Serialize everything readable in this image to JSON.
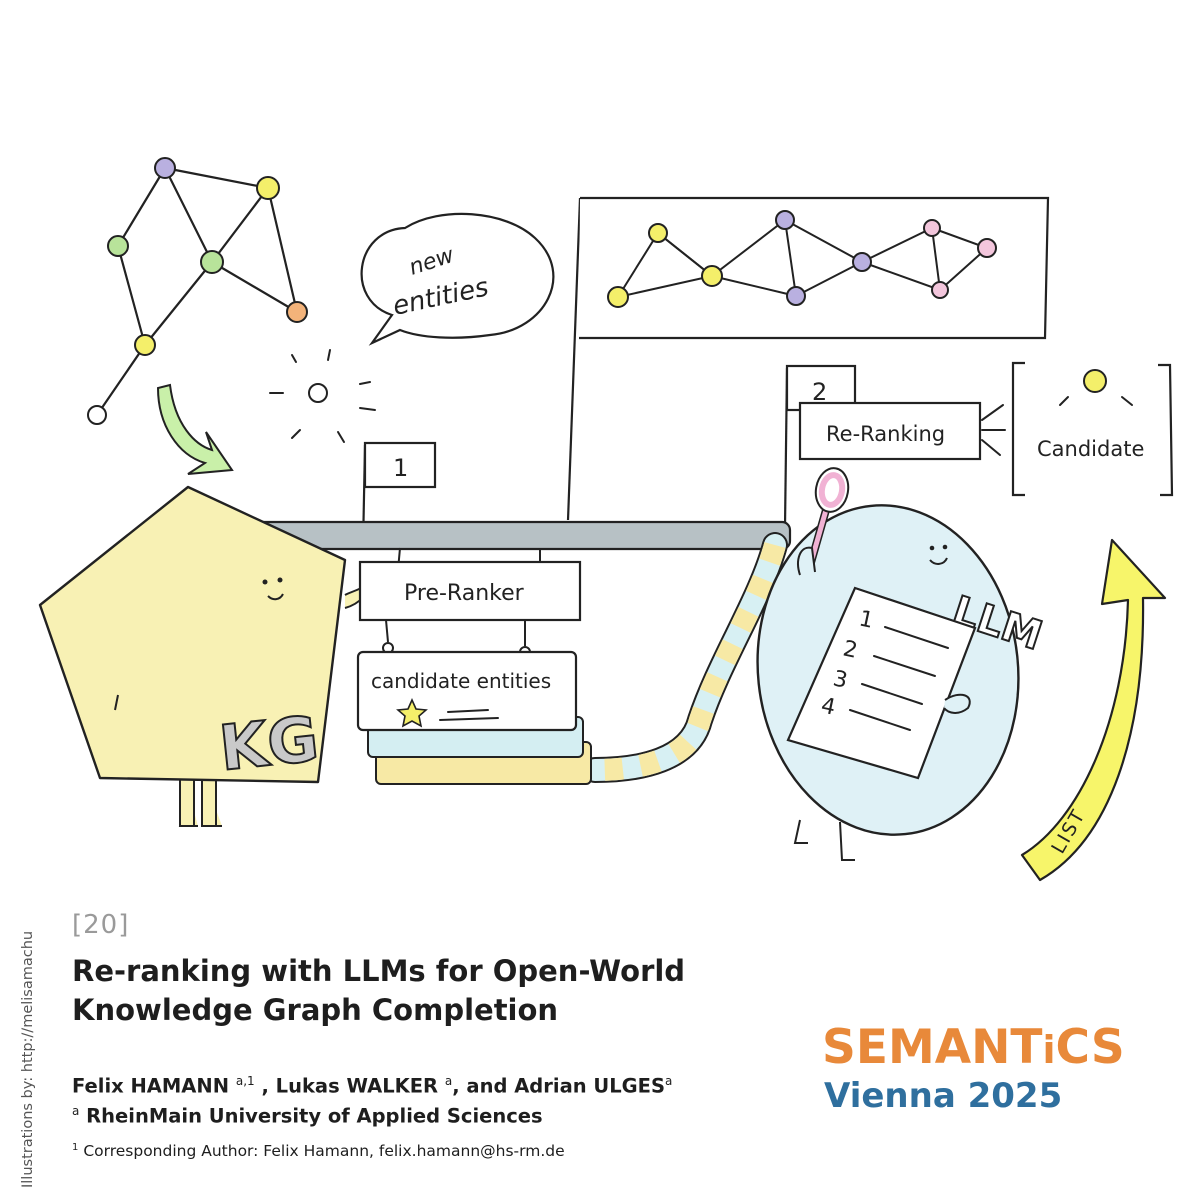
{
  "illustration": {
    "speech_bubble": [
      "new",
      "entities"
    ],
    "step1_label": "1",
    "step2_label": "2",
    "pre_ranker_label": "Pre-Ranker",
    "candidate_entities_label": "candidate entities",
    "re_ranking_label": "Re-Ranking",
    "candidate_label": "Candidate",
    "kg_label": "KG",
    "llm_label": "LLM",
    "list_numbers": [
      "1",
      "2",
      "3",
      "4"
    ],
    "arrow_label": "LIST",
    "colors": {
      "node_purple": "#b9b0e0",
      "node_yellow": "#f4ef6a",
      "node_green": "#b8e39a",
      "node_orange": "#f3b37a",
      "node_pink": "#f3c6dc",
      "kg_body": "#f8f1b4",
      "llm_body": "#dff1f6",
      "bar_gray": "#b7c1c5",
      "arrow_yellow": "#f7f56a",
      "arrow_green": "#c9f0a9",
      "magnifier_pink": "#f1b2d4"
    }
  },
  "credit": "Illustrations by: http://melisamachuret.com",
  "paper": {
    "id": "[20]",
    "title": "Re-ranking with LLMs for Open-World Knowledge Graph Completion",
    "authors": {
      "a1_name": "Felix HAMANN",
      "a1_sup": "a,1",
      "a2_name": ", Lukas WALKER",
      "a2_sup": "a",
      "a3_name": ", and Adrian ULGES",
      "a3_sup": "a"
    },
    "affiliation_sup": "a",
    "affiliation": "RheinMain University of Applied Sciences",
    "footnote_sup": "1",
    "footnote": "Corresponding Author: Felix Hamann, felix.hamann@hs-rm.de"
  },
  "conference": {
    "name_part1": "SEMANT",
    "name_part2": "i",
    "name_part3": "CS",
    "place": "Vienna 2025"
  }
}
